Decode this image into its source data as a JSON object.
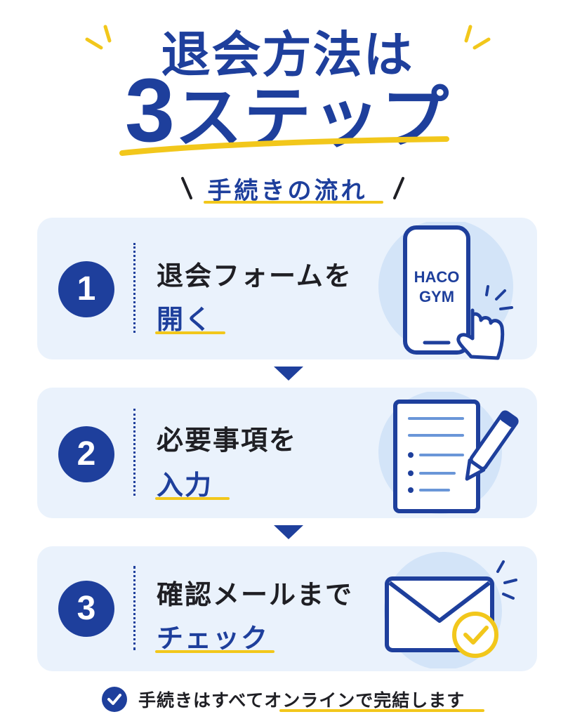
{
  "header": {
    "title_line1": "退会方法は",
    "title_number": "3",
    "title_suffix": "ステップ",
    "subtitle": "手続きの流れ"
  },
  "steps": [
    {
      "number": "1",
      "line1": "退会フォームを",
      "line2": "開く",
      "icon": "smartphone-tap-icon",
      "phone_text_1": "HACO",
      "phone_text_2": "GYM"
    },
    {
      "number": "2",
      "line1": "必要事項を",
      "line2": "入力",
      "icon": "form-pen-icon"
    },
    {
      "number": "3",
      "line1": "確認メールまで",
      "line2": "チェック",
      "icon": "envelope-check-icon"
    }
  ],
  "footer": {
    "text": "手続きはすべてオンラインで完結します",
    "icon": "check-circle-icon"
  },
  "colors": {
    "navy": "#1e3f9c",
    "accent_yellow": "#f2c71b",
    "card_bg": "#eaf2fc",
    "text_dark": "#1f1f24"
  }
}
